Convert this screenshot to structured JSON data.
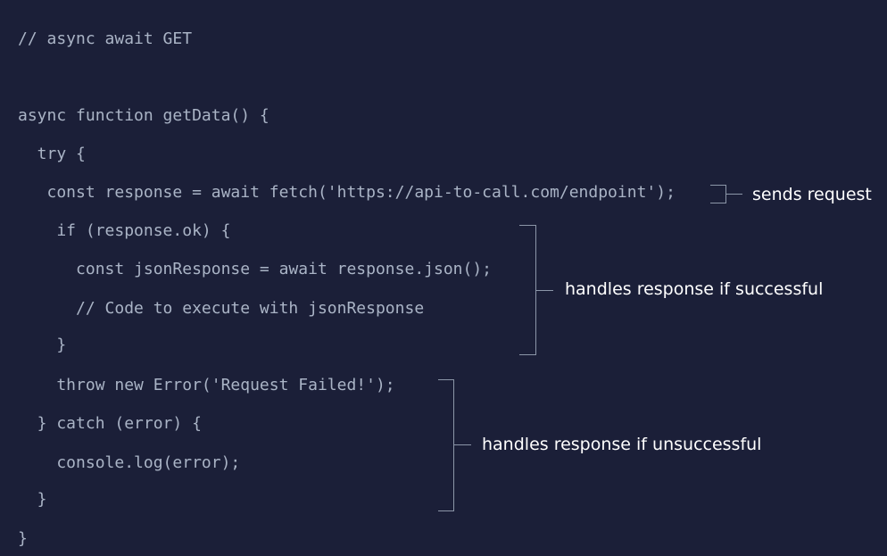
{
  "code": {
    "lines": [
      "// async await GET",
      "async function getData() {",
      "  try {",
      "   const response = await fetch('https://api-to-call.com/endpoint');",
      "    if (response.ok) {",
      "      const jsonResponse = await response.json();",
      "      // Code to execute with jsonResponse",
      "    }",
      "    throw new Error('Request Failed!');",
      "  } catch (error) {",
      "    console.log(error);",
      "  }",
      "}"
    ]
  },
  "annotations": {
    "sends_request": "sends request",
    "handles_success": "handles response if successful",
    "handles_failure": "handles response if unsuccessful"
  },
  "colors": {
    "background": "#1b1f38",
    "code_text": "#aab4c6",
    "label_text": "#ffffff",
    "bracket_line": "#8c96a8"
  }
}
